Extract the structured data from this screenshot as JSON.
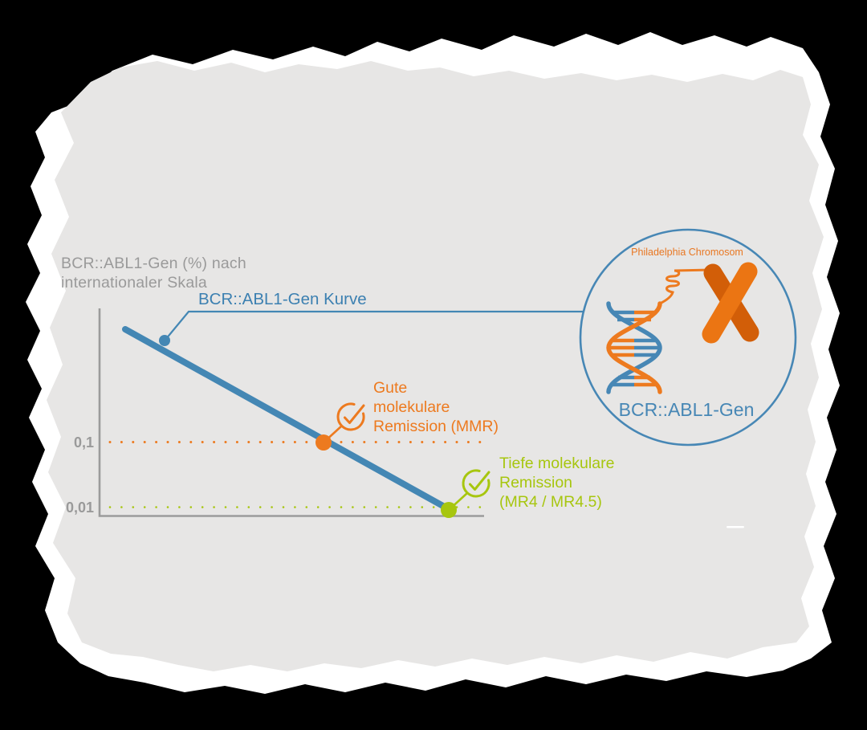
{
  "colors": {
    "background": "#000000",
    "paper": "#E7E6E5",
    "torn_fringe": "#FFFFFF",
    "blue": "#4487B4",
    "blue_text": "#3C80B1",
    "orange": "#ED7A1F",
    "orange_chromosome_dark": "#D25E08",
    "orange_chromosome_light": "#EB7513",
    "green": "#A7C60F",
    "gray_text": "#9A9A9A",
    "axis_gray": "#9B9B9B"
  },
  "axis": {
    "title_line1": "BCR::ABL1-Gen (%) nach",
    "title_line2": "internationaler Skala",
    "tick_mmr": "0,1",
    "tick_deep": "0,01"
  },
  "curve": {
    "label": "BCR::ABL1-Gen Kurve"
  },
  "annotations": {
    "mmr": {
      "line1": "Gute",
      "line2": "molekulare",
      "line3": "Remission (MMR)"
    },
    "deep": {
      "line1": "Tiefe molekulare",
      "line2": "Remission",
      "line3": "(MR4 / MR4.5)"
    }
  },
  "illustration": {
    "title": "Philadelphia Chromosom",
    "caption": "BCR::ABL1-Gen"
  },
  "chart_data": {
    "type": "line",
    "title": "",
    "ylabel": "BCR::ABL1-Gen (%) nach internationaler Skala",
    "y_scale": "logarithmic",
    "y_ticks": [
      "0,1",
      "0,01"
    ],
    "grid": "dotted threshold lines at 0,1 (orange) and 0,01 (green)",
    "series": [
      {
        "name": "BCR::ABL1-Gen Kurve",
        "description": "straight declining line on log scale from above 0,1 down to 0,01",
        "points_y": [
          "start: high BCR::ABL1 level",
          "crosses 0,1 (MMR marker)",
          "ends at 0,01 (MR4/MR4.5 marker)"
        ]
      }
    ],
    "annotations": [
      {
        "at_value": "0,1",
        "label": "Gute molekulare Remission (MMR)"
      },
      {
        "at_value": "0,01",
        "label": "Tiefe molekulare Remission (MR4 / MR4.5)"
      }
    ],
    "legend_position": "label with leader line pointing at curve"
  }
}
